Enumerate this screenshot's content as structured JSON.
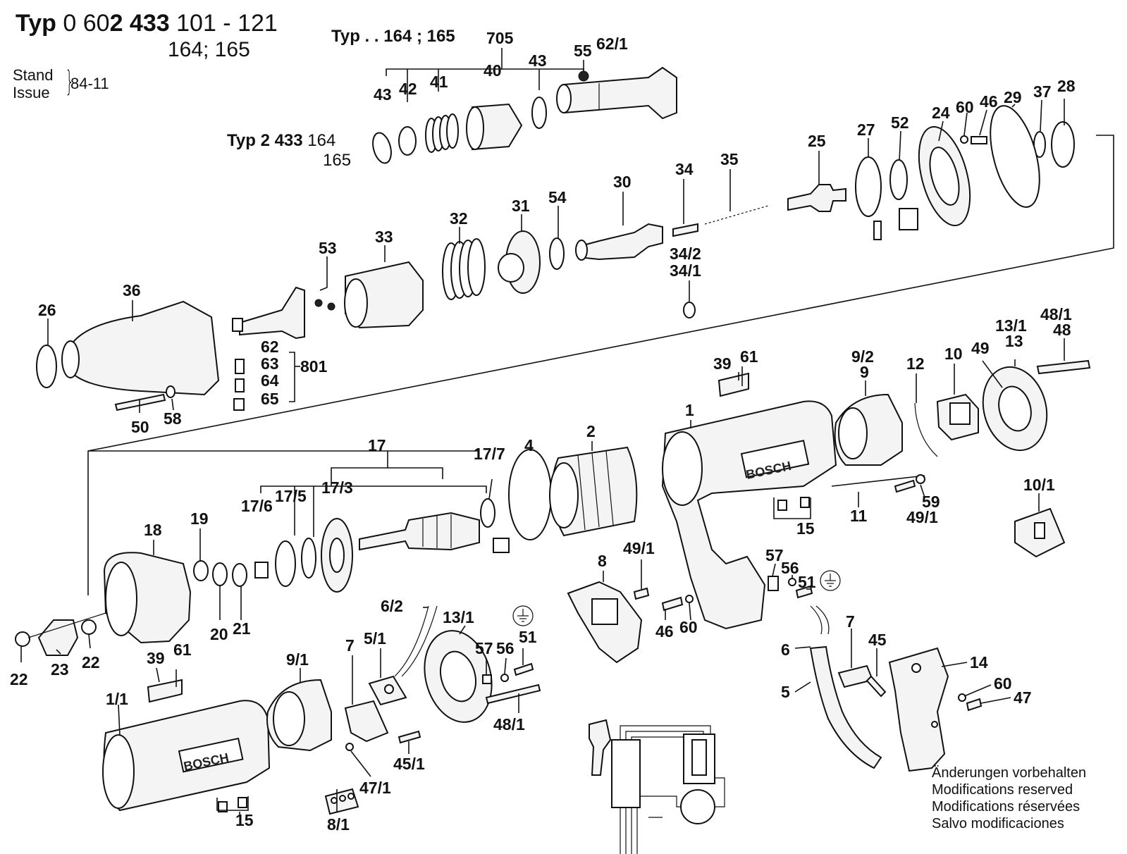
{
  "header": {
    "typ_label": "Typ",
    "typ_prefix": "0 60",
    "typ_bold": "2 433",
    "typ_range": "101 - 121",
    "typ_alt": "164; 165",
    "stand_label": "Stand",
    "issue_label": "Issue",
    "date": "84-11"
  },
  "subtypes": {
    "upper_label": "Typ . .  164 ; 165",
    "lower_typ": "Typ",
    "lower_bold": "2 433",
    "lower_num1": "164",
    "lower_num2": "165"
  },
  "labels": {
    "p705": "705",
    "p62_1": "62/1",
    "p55": "55",
    "p43a": "43",
    "p43b": "43",
    "p42": "42",
    "p41": "41",
    "p40": "40",
    "p28": "28",
    "p37": "37",
    "p29": "29",
    "p46a": "46",
    "p60a": "60",
    "p24": "24",
    "p52": "52",
    "p27": "27",
    "p25": "25",
    "p35": "35",
    "p34": "34",
    "p30": "30",
    "p54": "54",
    "p31": "31",
    "p32": "32",
    "p33": "33",
    "p53": "53",
    "p34_2": "34/2",
    "p34_1": "34/1",
    "p36": "36",
    "p26": "26",
    "p62": "62",
    "p63": "63",
    "p64": "64",
    "p65": "65",
    "p801": "801",
    "p50": "50",
    "p58": "58",
    "p39a": "39",
    "p61a": "61",
    "p9_2": "9/2",
    "p9": "9",
    "p12": "12",
    "p10": "10",
    "p49": "49",
    "p13_1a": "13/1",
    "p13": "13",
    "p48_1a": "48/1",
    "p48": "48",
    "p1": "1",
    "p11": "11",
    "p59": "59",
    "p49_1a": "49/1",
    "p15a": "15",
    "p10_1": "10/1",
    "p17": "17",
    "p17_7": "17/7",
    "p4": "4",
    "p2": "2",
    "p17_6": "17/6",
    "p17_5": "17/5",
    "p17_3": "17/3",
    "p18": "18",
    "p19": "19",
    "p20": "20",
    "p21": "21",
    "p22a": "22",
    "p23": "23",
    "p22b": "22",
    "p8": "8",
    "p49_1b": "49/1",
    "p46b": "46",
    "p60b": "60",
    "p57a": "57",
    "p56a": "56",
    "p51a": "51",
    "p6_2": "6/2",
    "p13_1b": "13/1",
    "p57b": "57",
    "p56b": "56",
    "p51b": "51",
    "p5_1": "5/1",
    "p7a": "7",
    "p39b": "39",
    "p61b": "61",
    "p9_1": "9/1",
    "p1_1": "1/1",
    "p48_1b": "48/1",
    "p45_1": "45/1",
    "p47_1": "47/1",
    "p8_1": "8/1",
    "p15b": "15",
    "p6": "6",
    "p5": "5",
    "p7b": "7",
    "p45": "45",
    "p14": "14",
    "p60c": "60",
    "p47": "47"
  },
  "brand": {
    "logo_text_a": "BOSCH",
    "logo_text_b": "BOSCH"
  },
  "notice": {
    "line1": "Änderungen vorbehalten",
    "line2": "Modifications reserved",
    "line3": "Modifications réservées",
    "line4": "Salvo modificaciones"
  }
}
